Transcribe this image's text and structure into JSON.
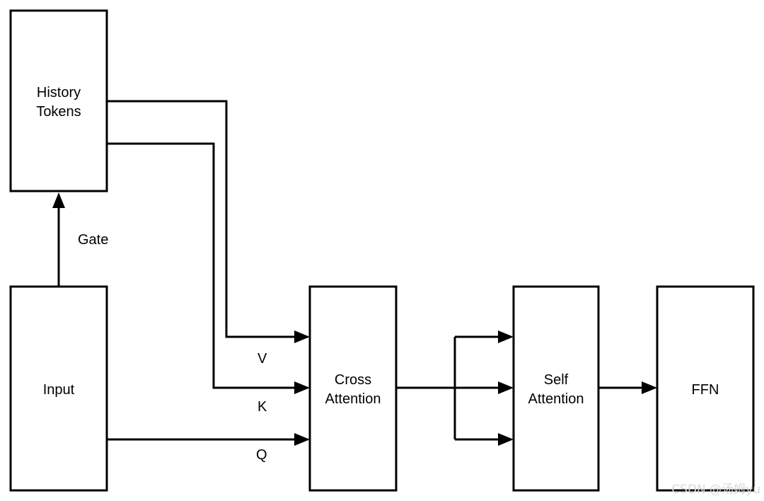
{
  "nodes": {
    "history": {
      "line1": "History",
      "line2": "Tokens"
    },
    "input": {
      "label": "Input"
    },
    "cross": {
      "line1": "Cross",
      "line2": "Attention"
    },
    "self": {
      "line1": "Self",
      "line2": "Attention"
    },
    "ffn": {
      "label": "FFN"
    }
  },
  "edges": {
    "gate": "Gate",
    "v": "V",
    "k": "K",
    "q": "Q"
  },
  "watermark": "CSDN @汤姆yu",
  "colors": {
    "stroke": "#000000",
    "background": "#ffffff",
    "watermark": "#d8d8d8"
  }
}
